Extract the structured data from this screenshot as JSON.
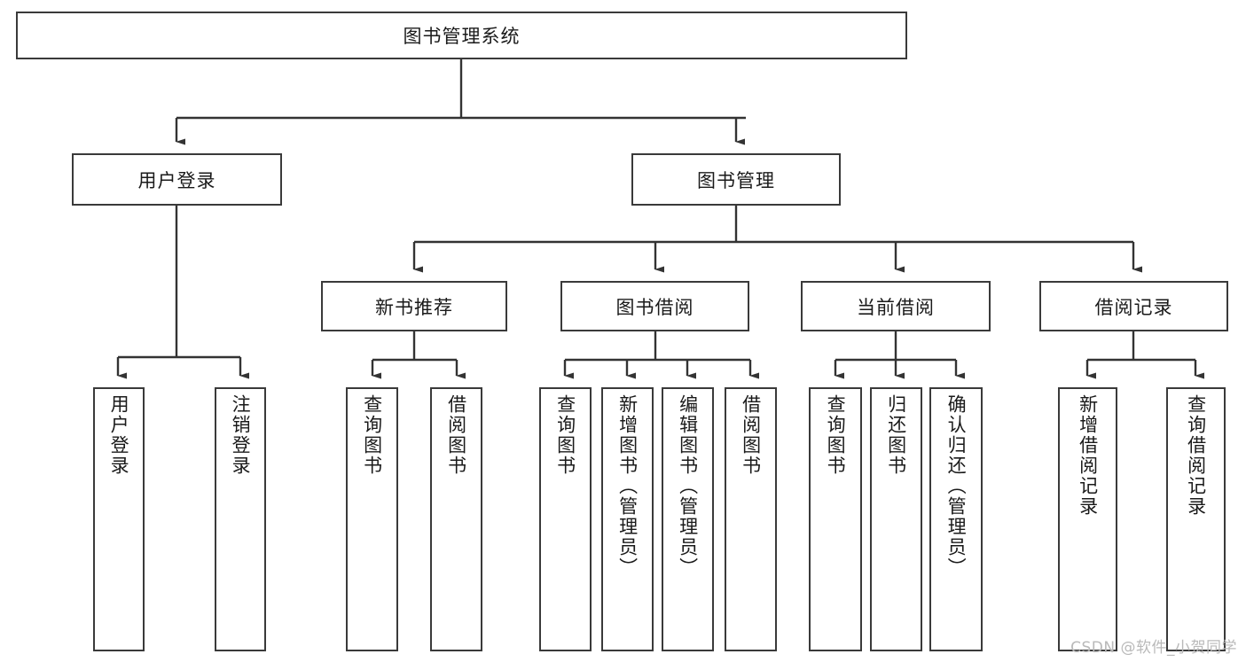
{
  "diagram": {
    "title": "图书管理系统",
    "type": "tree",
    "watermark": "CSDN @软件_小贺同学",
    "colors": {
      "box_border": "#3a3a3a",
      "box_fill": "#ffffff",
      "connector": "#333333",
      "text": "#1a1a1a",
      "watermark": "#b9b9b9"
    },
    "nodes": {
      "root": {
        "label": "图书管理系统",
        "orientation": "horizontal"
      },
      "level2": [
        {
          "id": "user-login",
          "label": "用户登录",
          "orientation": "horizontal"
        },
        {
          "id": "book-manage",
          "label": "图书管理",
          "orientation": "horizontal"
        }
      ],
      "level3": [
        {
          "id": "new-book-rec",
          "label": "新书推荐",
          "orientation": "horizontal"
        },
        {
          "id": "book-borrow",
          "label": "图书借阅",
          "orientation": "horizontal"
        },
        {
          "id": "current-borrow",
          "label": "当前借阅",
          "orientation": "horizontal"
        },
        {
          "id": "borrow-record",
          "label": "借阅记录",
          "orientation": "horizontal"
        }
      ],
      "leaves": [
        {
          "id": "leaf-user-login",
          "label": "用户登录",
          "parent": "user-login",
          "orientation": "vertical"
        },
        {
          "id": "leaf-user-logout",
          "label": "注销登录",
          "parent": "user-login",
          "orientation": "vertical"
        },
        {
          "id": "leaf-query-book-rec",
          "label": "查询图书",
          "parent": "new-book-rec",
          "orientation": "vertical"
        },
        {
          "id": "leaf-borrow-book-rec",
          "label": "借阅图书",
          "parent": "new-book-rec",
          "orientation": "vertical"
        },
        {
          "id": "leaf-query-book-borrow",
          "label": "查询图书",
          "parent": "book-borrow",
          "orientation": "vertical"
        },
        {
          "id": "leaf-add-book",
          "label": "新增图书（管理员）",
          "parent": "book-borrow",
          "orientation": "vertical"
        },
        {
          "id": "leaf-edit-book",
          "label": "编辑图书（管理员）",
          "parent": "book-borrow",
          "orientation": "vertical"
        },
        {
          "id": "leaf-borrow-book",
          "label": "借阅图书",
          "parent": "book-borrow",
          "orientation": "vertical"
        },
        {
          "id": "leaf-query-book-current",
          "label": "查询图书",
          "parent": "current-borrow",
          "orientation": "vertical"
        },
        {
          "id": "leaf-return-book",
          "label": "归还图书",
          "parent": "current-borrow",
          "orientation": "vertical"
        },
        {
          "id": "leaf-confirm-return",
          "label": "确认归还（管理员）",
          "parent": "current-borrow",
          "orientation": "vertical"
        },
        {
          "id": "leaf-add-record",
          "label": "新增借阅记录",
          "parent": "borrow-record",
          "orientation": "vertical"
        },
        {
          "id": "leaf-query-record",
          "label": "查询借阅记录",
          "parent": "borrow-record",
          "orientation": "vertical"
        }
      ]
    }
  }
}
